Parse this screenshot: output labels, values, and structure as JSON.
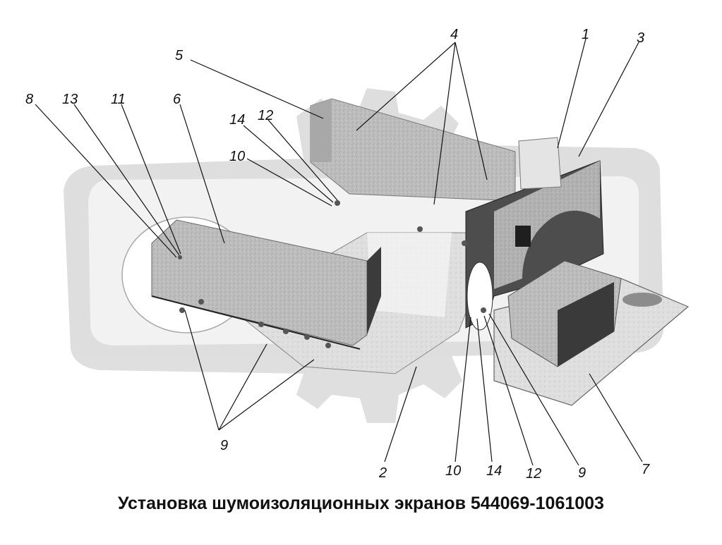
{
  "caption": "Установка шумоизоляционных экранов 544069-1061003",
  "callouts": {
    "c1": "1",
    "c2": "2",
    "c3": "3",
    "c4": "4",
    "c5": "5",
    "c6": "6",
    "c7": "7",
    "c8": "8",
    "c9a": "9",
    "c9b": "9",
    "c10a": "10",
    "c10b": "10",
    "c11": "11",
    "c12a": "12",
    "c12b": "12",
    "c13": "13",
    "c14a": "14",
    "c14b": "14"
  },
  "colors": {
    "watermark": "#d2d2d2",
    "panel": "#b8b8b8",
    "panel_dark": "#5a5a5a",
    "line": "#111111"
  }
}
